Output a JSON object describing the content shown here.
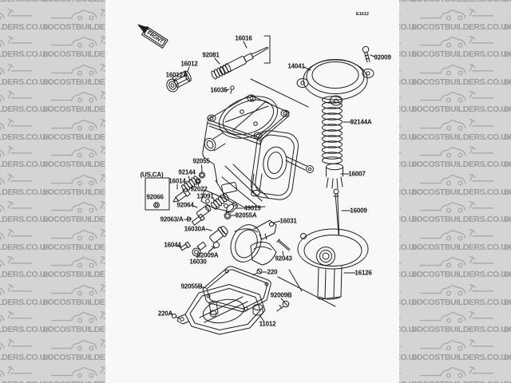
{
  "watermark": {
    "text": "LOCOSTBUILDERS.CO.UK",
    "bg_color": "#d4d4d4",
    "text_color": "#9c9c9c",
    "logo_color": "#a9a9a9",
    "logo_icon": "locost-car-logo"
  },
  "page": {
    "bg_color": "#f8f8f7",
    "line_color": "#1f1f1f",
    "diagram_code": "E1612",
    "front_label": "FRONT",
    "region_note": "(US,CA)"
  },
  "parts": {
    "p16016": "16016",
    "p92081": "92081",
    "p16012": "16012",
    "p16012A": "16012A",
    "p16035": "16035",
    "p14041": "14041",
    "p92009": "92009",
    "p92144A": "92144A",
    "p16007": "16007",
    "p16009": "16009",
    "p16126": "16126",
    "p92055": "92055",
    "p92144": "92144",
    "p16014": "16014",
    "p92066": "92066",
    "p92022": "92022",
    "p13091": "13091",
    "p92064": "92064",
    "p92063": "92063/A–D",
    "p16030A": "16030A",
    "p49019": "49019",
    "p92055A": "92055A",
    "p16031": "16031",
    "p16044": "16044",
    "p92009A": "92009A",
    "p16030": "16030",
    "p92043": "92043",
    "p220": "220",
    "p92055B": "92055B",
    "p92009B": "92009B",
    "p220A": "220A",
    "p11012": "11012"
  }
}
